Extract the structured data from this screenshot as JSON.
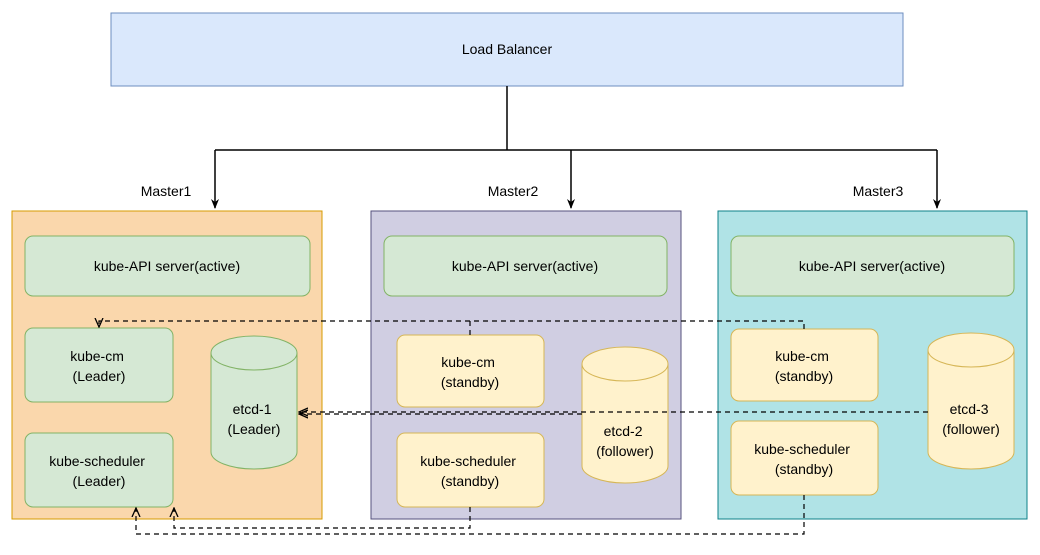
{
  "load_balancer": {
    "label": "Load Balancer"
  },
  "masters": [
    {
      "title": "Master1",
      "api_server": "kube-API server(active)",
      "cm": [
        "kube-cm",
        "(Leader)"
      ],
      "scheduler": [
        "kube-scheduler",
        "(Leader)"
      ],
      "etcd": [
        "etcd-1",
        "(Leader)"
      ]
    },
    {
      "title": "Master2",
      "api_server": "kube-API server(active)",
      "cm": [
        "kube-cm",
        "(standby)"
      ],
      "scheduler": [
        "kube-scheduler",
        "(standby)"
      ],
      "etcd": [
        "etcd-2",
        "(follower)"
      ]
    },
    {
      "title": "Master3",
      "api_server": "kube-API server(active)",
      "cm": [
        "kube-cm",
        "(standby)"
      ],
      "scheduler": [
        "kube-scheduler",
        "(standby)"
      ],
      "etcd": [
        "etcd-3",
        "(follower)"
      ]
    }
  ],
  "colors": {
    "load_balancer_fill": "#dae8fc",
    "load_balancer_stroke": "#6c8ebf",
    "master1_fill": "#fad7ac",
    "master1_stroke": "#d79b00",
    "master2_fill": "#d0cee2",
    "master2_stroke": "#56517e",
    "master3_fill": "#b0e3e6",
    "master3_stroke": "#0e8088",
    "green_fill": "#d5e8d4",
    "green_stroke": "#82b366",
    "yellow_fill": "#fff2cc",
    "yellow_stroke": "#d6b656"
  }
}
